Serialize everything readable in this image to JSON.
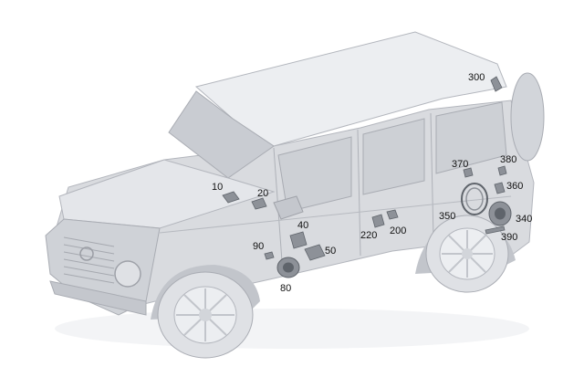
{
  "colors": {
    "body": "#d9dbdf",
    "body_light": "#eceef1",
    "body_shadow": "#b9bcc2",
    "edge": "#a9acb3",
    "part": "#8d9198",
    "part_dark": "#5f646b",
    "label": "#111111"
  },
  "callouts": [
    {
      "id": "p10",
      "text": "10"
    },
    {
      "id": "p20",
      "text": "20"
    },
    {
      "id": "p40",
      "text": "40"
    },
    {
      "id": "p50",
      "text": "50"
    },
    {
      "id": "p80",
      "text": "80"
    },
    {
      "id": "p90",
      "text": "90"
    },
    {
      "id": "p200",
      "text": "200"
    },
    {
      "id": "p220",
      "text": "220"
    },
    {
      "id": "p300",
      "text": "300"
    },
    {
      "id": "p340",
      "text": "340"
    },
    {
      "id": "p350",
      "text": "350"
    },
    {
      "id": "p360",
      "text": "360"
    },
    {
      "id": "p370",
      "text": "370"
    },
    {
      "id": "p380",
      "text": "380"
    },
    {
      "id": "p390",
      "text": "390"
    }
  ]
}
